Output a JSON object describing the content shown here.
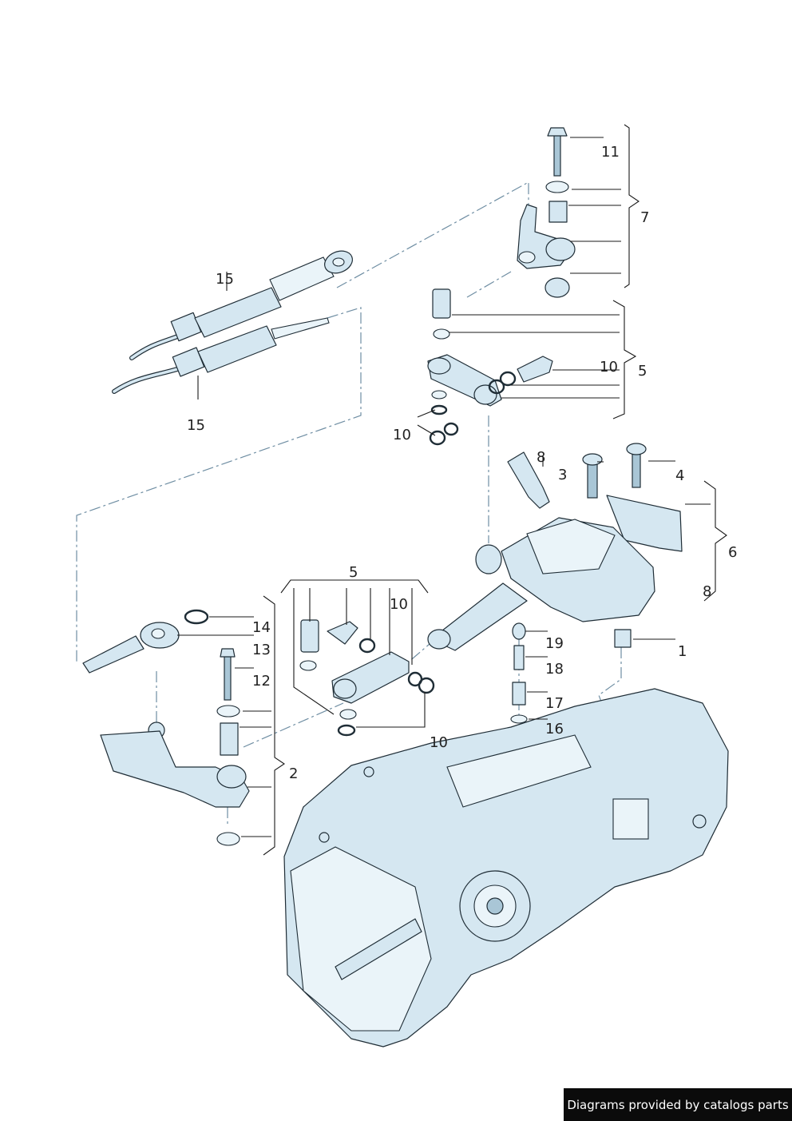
{
  "callouts": {
    "c1": "1",
    "c2": "2",
    "c3": "3",
    "c4": "4",
    "c5a": "5",
    "c5b": "5",
    "c6": "6",
    "c7": "7",
    "c8a": "8",
    "c8b": "8",
    "c10a": "10",
    "c10b": "10",
    "c10c": "10",
    "c10d": "10",
    "c11": "11",
    "c12": "12",
    "c13": "13",
    "c14": "14",
    "c15a": "15",
    "c15b": "15",
    "c16": "16",
    "c17": "17",
    "c18": "18",
    "c19": "19"
  },
  "credit": "Diagrams provided by catalogs parts",
  "colors": {
    "part_fill": "#d5e7f1",
    "outline": "#1f2d36",
    "dash_line": "#6f8ea3",
    "credit_bg": "#0b0b0b",
    "credit_text": "#ffffff"
  }
}
